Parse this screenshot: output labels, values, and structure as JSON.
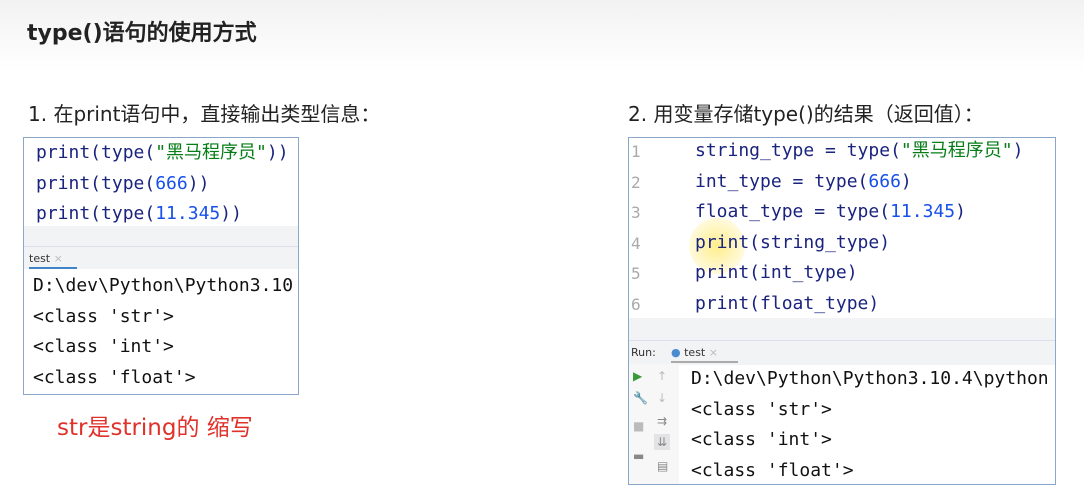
{
  "title": "type()语句的使用方式",
  "left": {
    "heading": "1. 在print语句中，直接输出类型信息：",
    "code": [
      {
        "pre": "print(type(",
        "lit": "\"黑马程序员\"",
        "kind": "str",
        "post": "))"
      },
      {
        "pre": "print(type(",
        "lit": "666",
        "kind": "num",
        "post": "))"
      },
      {
        "pre": "print(type(",
        "lit": "11.345",
        "kind": "num",
        "post": "))"
      }
    ],
    "tab": "test",
    "output": [
      "D:\\dev\\Python\\Python3.10",
      "<class 'str'>",
      "<class 'int'>",
      "<class 'float'>"
    ],
    "note": "str是string的 缩写"
  },
  "right": {
    "heading": "2. 用变量存储type()的结果（返回值）：",
    "line_numbers": [
      "1",
      "2",
      "3",
      "4",
      "5",
      "6"
    ],
    "code": [
      {
        "pre": "string_type = type(",
        "lit": "\"黑马程序员\"",
        "kind": "str",
        "post": ")"
      },
      {
        "pre": "int_type = type(",
        "lit": "666",
        "kind": "num",
        "post": ")"
      },
      {
        "pre": "float_type = type(",
        "lit": "11.345",
        "kind": "num",
        "post": ")"
      },
      {
        "pre": "print(string_type)",
        "lit": "",
        "kind": "",
        "post": ""
      },
      {
        "pre": "print(int_type)",
        "lit": "",
        "kind": "",
        "post": ""
      },
      {
        "pre": "print(float_type)",
        "lit": "",
        "kind": "",
        "post": ""
      }
    ],
    "run_label": "Run:",
    "tab": "test",
    "output": [
      "D:\\dev\\Python\\Python3.10.4\\python",
      "<class 'str'>",
      "<class 'int'>",
      "<class 'float'>"
    ]
  },
  "icons": {
    "run": "play-icon",
    "wrench": "wrench-icon",
    "stop": "stop-icon",
    "up": "arrow-up-icon",
    "down": "arrow-down-icon",
    "wrap": "soft-wrap-icon",
    "scroll": "scroll-end-icon",
    "print": "print-icon",
    "layout": "layout-icon"
  }
}
